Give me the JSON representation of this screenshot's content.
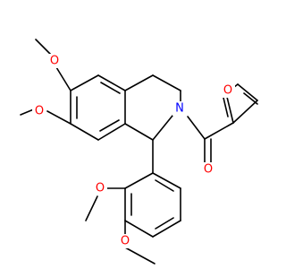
{
  "molecule": {
    "colors": {
      "bond": "#000000",
      "oxygen": "#ff0000",
      "nitrogen": "#0000ff",
      "background": "#ffffff"
    },
    "labels": {
      "methoxy_1": "O",
      "methoxy_2": "O",
      "methoxy_3": "O",
      "methoxy_4": "O",
      "furan_o": "O",
      "carbonyl_o": "O",
      "amide_n": "N"
    }
  }
}
